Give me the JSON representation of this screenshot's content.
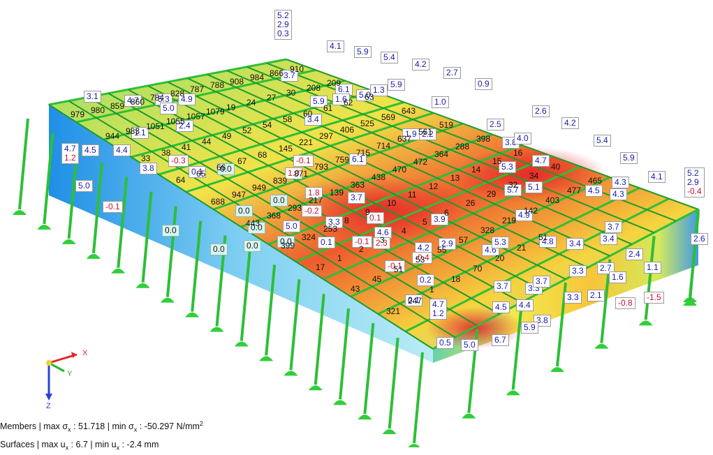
{
  "colors": {
    "member_green": "#2dbf36",
    "surface_blue": "#3fa7e6",
    "surface_red": "#e3262a",
    "surface_yellow": "#f4e04a",
    "label_blue_text": "#1a1aa8",
    "label_red_text": "#c8102e"
  },
  "axes": {
    "x": "X",
    "y": "Y",
    "z": "Z"
  },
  "legend": {
    "members": "Members | max σ",
    "members_sub1": "x",
    "members_mid": " : 51.718 | min σ",
    "members_sub2": "x",
    "members_end": " : -50.297 N/mm",
    "members_sup": "2",
    "surfaces": "Surfaces | max u",
    "surfaces_sub1": "x",
    "surfaces_mid": " : 6.7 | min u",
    "surfaces_sub2": "x",
    "surfaces_end": " : -2.4 mm"
  },
  "boxed_labels": [
    {
      "text": "5.2\n2.9\n0.3",
      "kind": "blue"
    },
    {
      "text": "4.1",
      "kind": "blue"
    },
    {
      "text": "5.9",
      "kind": "blue"
    },
    {
      "text": "5.4",
      "kind": "blue"
    },
    {
      "text": "4.2",
      "kind": "blue"
    },
    {
      "text": "2.7",
      "kind": "blue"
    },
    {
      "text": "0.9",
      "kind": "blue"
    },
    {
      "text": "3.1",
      "kind": "blue"
    },
    {
      "text": "4.7",
      "kind": "blue"
    },
    {
      "text": "5.3",
      "kind": "blue"
    },
    {
      "text": "4.9",
      "kind": "blue"
    },
    {
      "text": "5.0",
      "kind": "blue"
    },
    {
      "text": "2.4",
      "kind": "blue"
    },
    {
      "text": "4.7\n1.2",
      "kind": "mixed"
    },
    {
      "text": "4.5",
      "kind": "blue"
    },
    {
      "text": "4.4",
      "kind": "blue"
    },
    {
      "text": "3.8",
      "kind": "blue"
    },
    {
      "text": "0.1",
      "kind": "blue"
    },
    {
      "text": "0.0",
      "kind": "pale"
    },
    {
      "text": "5.0",
      "kind": "blue"
    },
    {
      "text": "-0.1",
      "kind": "neg"
    },
    {
      "text": "2.6",
      "kind": "blue"
    },
    {
      "text": "4.2",
      "kind": "blue"
    },
    {
      "text": "5.4",
      "kind": "blue"
    },
    {
      "text": "5.9",
      "kind": "blue"
    },
    {
      "text": "4.1",
      "kind": "blue"
    },
    {
      "text": "5.2\n2.9\n-0.4",
      "kind": "mixed"
    },
    {
      "text": "4.3",
      "kind": "blue"
    },
    {
      "text": "3.7",
      "kind": "blue"
    },
    {
      "text": "2.6",
      "kind": "blue"
    },
    {
      "text": "2.4",
      "kind": "blue"
    },
    {
      "text": "1.1",
      "kind": "blue"
    },
    {
      "text": "3.3",
      "kind": "blue"
    },
    {
      "text": "2.7",
      "kind": "blue"
    },
    {
      "text": "1.6",
      "kind": "blue"
    },
    {
      "text": "3.3",
      "kind": "blue"
    },
    {
      "text": "3.7",
      "kind": "blue"
    },
    {
      "text": "3.7",
      "kind": "blue"
    },
    {
      "text": "3.3",
      "kind": "blue"
    },
    {
      "text": "2.1",
      "kind": "blue"
    },
    {
      "text": "-0.8",
      "kind": "neg"
    },
    {
      "text": "-1.5",
      "kind": "neg"
    },
    {
      "text": "4.7\n1.2",
      "kind": "blue"
    },
    {
      "text": "4.5",
      "kind": "blue"
    },
    {
      "text": "4.4",
      "kind": "blue"
    },
    {
      "text": "3.8",
      "kind": "blue"
    },
    {
      "text": "0.5",
      "kind": "blue"
    },
    {
      "text": "5.0",
      "kind": "blue"
    },
    {
      "text": "6.7",
      "kind": "blue"
    },
    {
      "text": "5.9",
      "kind": "blue"
    },
    {
      "text": "0.0",
      "kind": "pale"
    },
    {
      "text": "0.0",
      "kind": "pale"
    },
    {
      "text": "0.0",
      "kind": "pale"
    },
    {
      "text": "0.0",
      "kind": "pale"
    },
    {
      "text": "0.0",
      "kind": "pale"
    },
    {
      "text": "0.0",
      "kind": "pale"
    },
    {
      "text": "0.0",
      "kind": "pale"
    },
    {
      "text": "0.1",
      "kind": "blue"
    },
    {
      "text": "-0.1",
      "kind": "neg"
    },
    {
      "text": "-0.1",
      "kind": "neg"
    },
    {
      "text": "0.2",
      "kind": "blue"
    },
    {
      "text": "0.1",
      "kind": "blue"
    },
    {
      "text": "1.9",
      "kind": "blue"
    },
    {
      "text": "2.2",
      "kind": "blue"
    },
    {
      "text": "1.0",
      "kind": "blue"
    },
    {
      "text": "2.5",
      "kind": "blue"
    },
    {
      "text": "3.8",
      "kind": "blue"
    },
    {
      "text": "4.0",
      "kind": "blue"
    },
    {
      "text": "4.7",
      "kind": "blue"
    },
    {
      "text": "5.3",
      "kind": "blue"
    },
    {
      "text": "5.7",
      "kind": "blue"
    },
    {
      "text": "5.1",
      "kind": "blue"
    },
    {
      "text": "4.5",
      "kind": "blue"
    },
    {
      "text": "4.9",
      "kind": "blue"
    },
    {
      "text": "3.9",
      "kind": "blue"
    },
    {
      "text": "4.6",
      "kind": "blue"
    },
    {
      "text": "5.3",
      "kind": "blue"
    },
    {
      "text": "4.8",
      "kind": "blue"
    },
    {
      "text": "3.4",
      "kind": "blue"
    },
    {
      "text": "3.4",
      "kind": "blue"
    },
    {
      "text": "2.9",
      "kind": "blue"
    },
    {
      "text": "5.0",
      "kind": "blue"
    },
    {
      "text": "4.6",
      "kind": "blue"
    },
    {
      "text": "3.3",
      "kind": "blue"
    },
    {
      "text": "6.1",
      "kind": "blue"
    },
    {
      "text": "5.9",
      "kind": "blue"
    },
    {
      "text": "1.6",
      "kind": "blue"
    },
    {
      "text": "1.1",
      "kind": "blue"
    },
    {
      "text": "3.7",
      "kind": "blue"
    },
    {
      "text": "5.0",
      "kind": "blue"
    },
    {
      "text": "5.9",
      "kind": "blue"
    },
    {
      "text": "1.3",
      "kind": "blue"
    },
    {
      "text": "3.4",
      "kind": "blue"
    },
    {
      "text": "6.1",
      "kind": "blue"
    },
    {
      "text": "3.7",
      "kind": "blue"
    },
    {
      "text": "4.2",
      "kind": "blue"
    },
    {
      "text": "-0.1",
      "kind": "neg"
    },
    {
      "text": "1.0",
      "kind": "neg"
    },
    {
      "text": "1.8",
      "kind": "neg"
    },
    {
      "text": "-0.3",
      "kind": "neg"
    },
    {
      "text": "-0.2",
      "kind": "neg"
    },
    {
      "text": "2.3",
      "kind": "neg"
    },
    {
      "text": "-0.4",
      "kind": "neg"
    },
    {
      "text": "0.1",
      "kind": "neg"
    },
    {
      "text": "4.3",
      "kind": "blue"
    }
  ],
  "member_numbers": [
    "979",
    "980",
    "859",
    "860",
    "784",
    "828",
    "787",
    "788",
    "908",
    "984",
    "866",
    "910",
    "944",
    "983",
    "1051",
    "1055",
    "1057",
    "1079",
    "19",
    "24",
    "27",
    "30",
    "208",
    "209",
    "33",
    "38",
    "41",
    "44",
    "49",
    "52",
    "54",
    "58",
    "60",
    "61",
    "62",
    "63",
    "64",
    "65",
    "66",
    "67",
    "68",
    "145",
    "221",
    "297",
    "406",
    "525",
    "569",
    "643",
    "688",
    "947",
    "949",
    "839",
    "871",
    "793",
    "759",
    "715",
    "714",
    "637",
    "561",
    "519",
    "443",
    "368",
    "293",
    "217",
    "139",
    "363",
    "438",
    "470",
    "472",
    "364",
    "288",
    "398",
    "399",
    "324",
    "253",
    "8",
    "9",
    "10",
    "11",
    "12",
    "13",
    "14",
    "15",
    "16",
    "17",
    "1",
    "2",
    "3",
    "4",
    "5",
    "6",
    "26",
    "29",
    "32",
    "34",
    "40",
    "43",
    "45",
    "51",
    "53",
    "55",
    "57",
    "328",
    "219",
    "142",
    "403",
    "477",
    "465",
    "321",
    "247",
    "1",
    "18",
    "70",
    "20",
    "21",
    "51"
  ]
}
